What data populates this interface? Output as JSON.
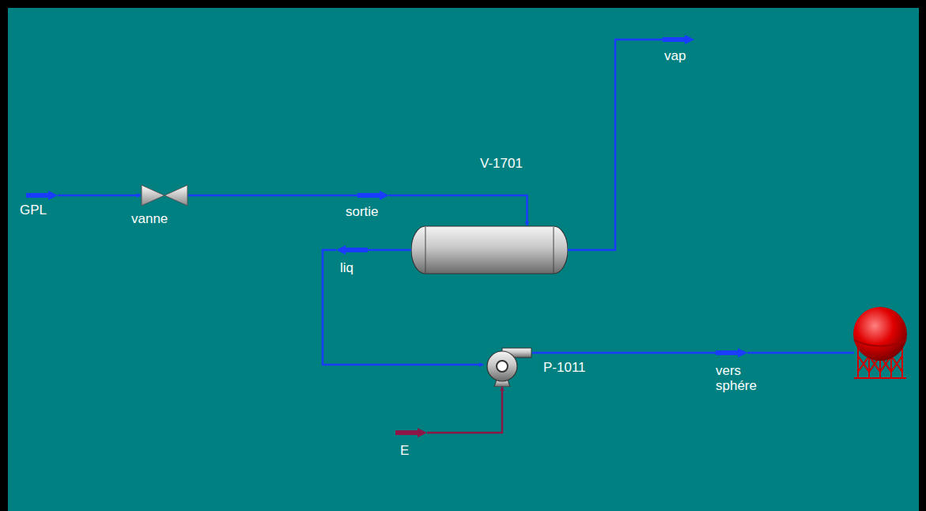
{
  "diagram": {
    "nodes": [
      {
        "text": [
          "GPL"
        ]
      },
      {
        "text": [
          "vanne"
        ]
      },
      {
        "text": [
          "sortie"
        ]
      },
      {
        "text": [
          "V-1701"
        ]
      },
      {
        "text": [
          "vap"
        ]
      },
      {
        "text": [
          "liq"
        ]
      },
      {
        "text": [
          "P-1011"
        ]
      },
      {
        "text": [
          "vers sphére"
        ]
      },
      {
        "text": [
          "E"
        ]
      }
    ],
    "edges": [
      {
        "from": 0,
        "to": 1,
        "arrow": "to"
      },
      {
        "from": 1,
        "to": 2,
        "arrow": "none"
      },
      {
        "from": 2,
        "to": 3,
        "arrow": "to"
      },
      {
        "from": 3,
        "to": 4,
        "arrow": "none"
      },
      {
        "from": 3,
        "to": 5,
        "arrow": "none"
      },
      {
        "from": 5,
        "to": 6,
        "arrow": "to"
      },
      {
        "from": 6,
        "to": 7,
        "arrow": "none"
      },
      {
        "from": 8,
        "to": 6,
        "arrow": "to"
      }
    ]
  }
}
